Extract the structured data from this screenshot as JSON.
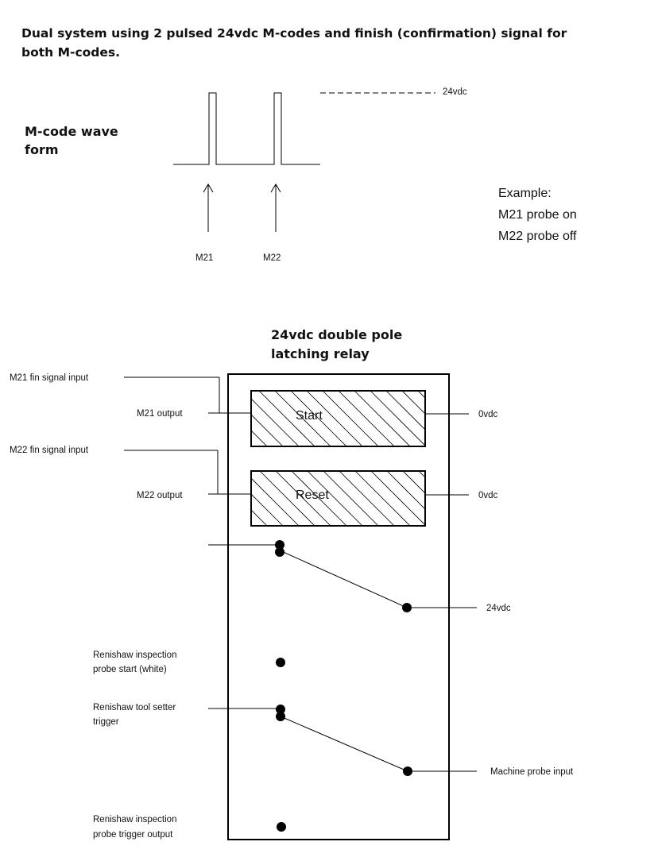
{
  "title": {
    "line1": "Dual system using 2 pulsed 24vdc M-codes and finish (confirmation) signal for",
    "line2": "both M-codes."
  },
  "waveform": {
    "label_line1": "M-code wave",
    "label_line2": "form",
    "voltage_label": "24vdc",
    "pulse1_label": "M21",
    "pulse2_label": "M22"
  },
  "example": {
    "heading": "Example:",
    "line1": "M21 probe on",
    "line2": "M22 probe off"
  },
  "relay": {
    "title_line1": "24vdc double pole",
    "title_line2": "latching relay",
    "start_coil": "Start",
    "reset_coil": "Reset"
  },
  "labels": {
    "m21_fin": "M21 fin signal input",
    "m21_output": "M21 output",
    "m22_fin": "M22 fin signal input",
    "m22_output": "M22 output",
    "start_0vdc": "0vdc",
    "reset_0vdc": "0vdc",
    "common_24vdc": "24vdc",
    "insp_start_line1": "Renishaw inspection",
    "insp_start_line2": "probe start (white)",
    "tool_setter_line1": "Renishaw tool setter",
    "tool_setter_line2": "trigger",
    "machine_probe": "Machine probe input",
    "insp_trigger_line1": "Renishaw inspection",
    "insp_trigger_line2": "probe trigger output"
  }
}
